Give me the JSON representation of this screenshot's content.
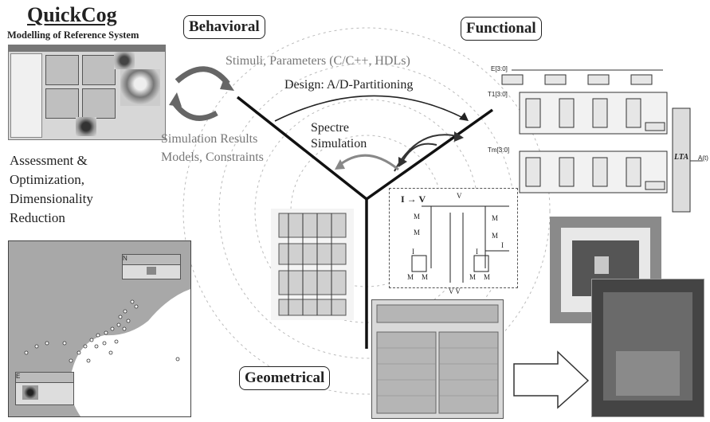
{
  "quickcog": {
    "title": "QuickCog",
    "subtitle": "Modelling of Reference System",
    "assessment": [
      "Assessment &",
      "Optimization,",
      "Dimensionality",
      "Reduction"
    ]
  },
  "domains": {
    "behavioral": "Behavioral",
    "functional": "Functional",
    "geometrical": "Geometrical"
  },
  "flow": {
    "stimuli": "Stimuli, Parameters (C/C++, HDLs)",
    "design": "Design: A/D-Partitioning",
    "spectre": "Spectre",
    "simulation": "Simulation",
    "results": "Simulation Results",
    "models": "Models, Constraints"
  },
  "circuit": {
    "iv": "I → V",
    "vref": "V",
    "m_p1": "M",
    "m_p2": "M",
    "m_p4": "M",
    "m_p3": "M",
    "in1": "I",
    "in2": "I",
    "m_n1": "M",
    "m_n2": "M",
    "m_n3": "M",
    "m_n4": "M",
    "iout": "I",
    "v1v2": "V V"
  },
  "functional_block": {
    "lta": "LTA",
    "e_label": "E[3:0]",
    "t1_label": "T1[3:0]",
    "tm_label": "Tm[3:0]",
    "out_label": "A(t)"
  },
  "window_labels": [
    "N",
    "E"
  ],
  "colors": {
    "accent": "#222222",
    "gray_text": "#777777",
    "panel": "#e2e2e2"
  }
}
